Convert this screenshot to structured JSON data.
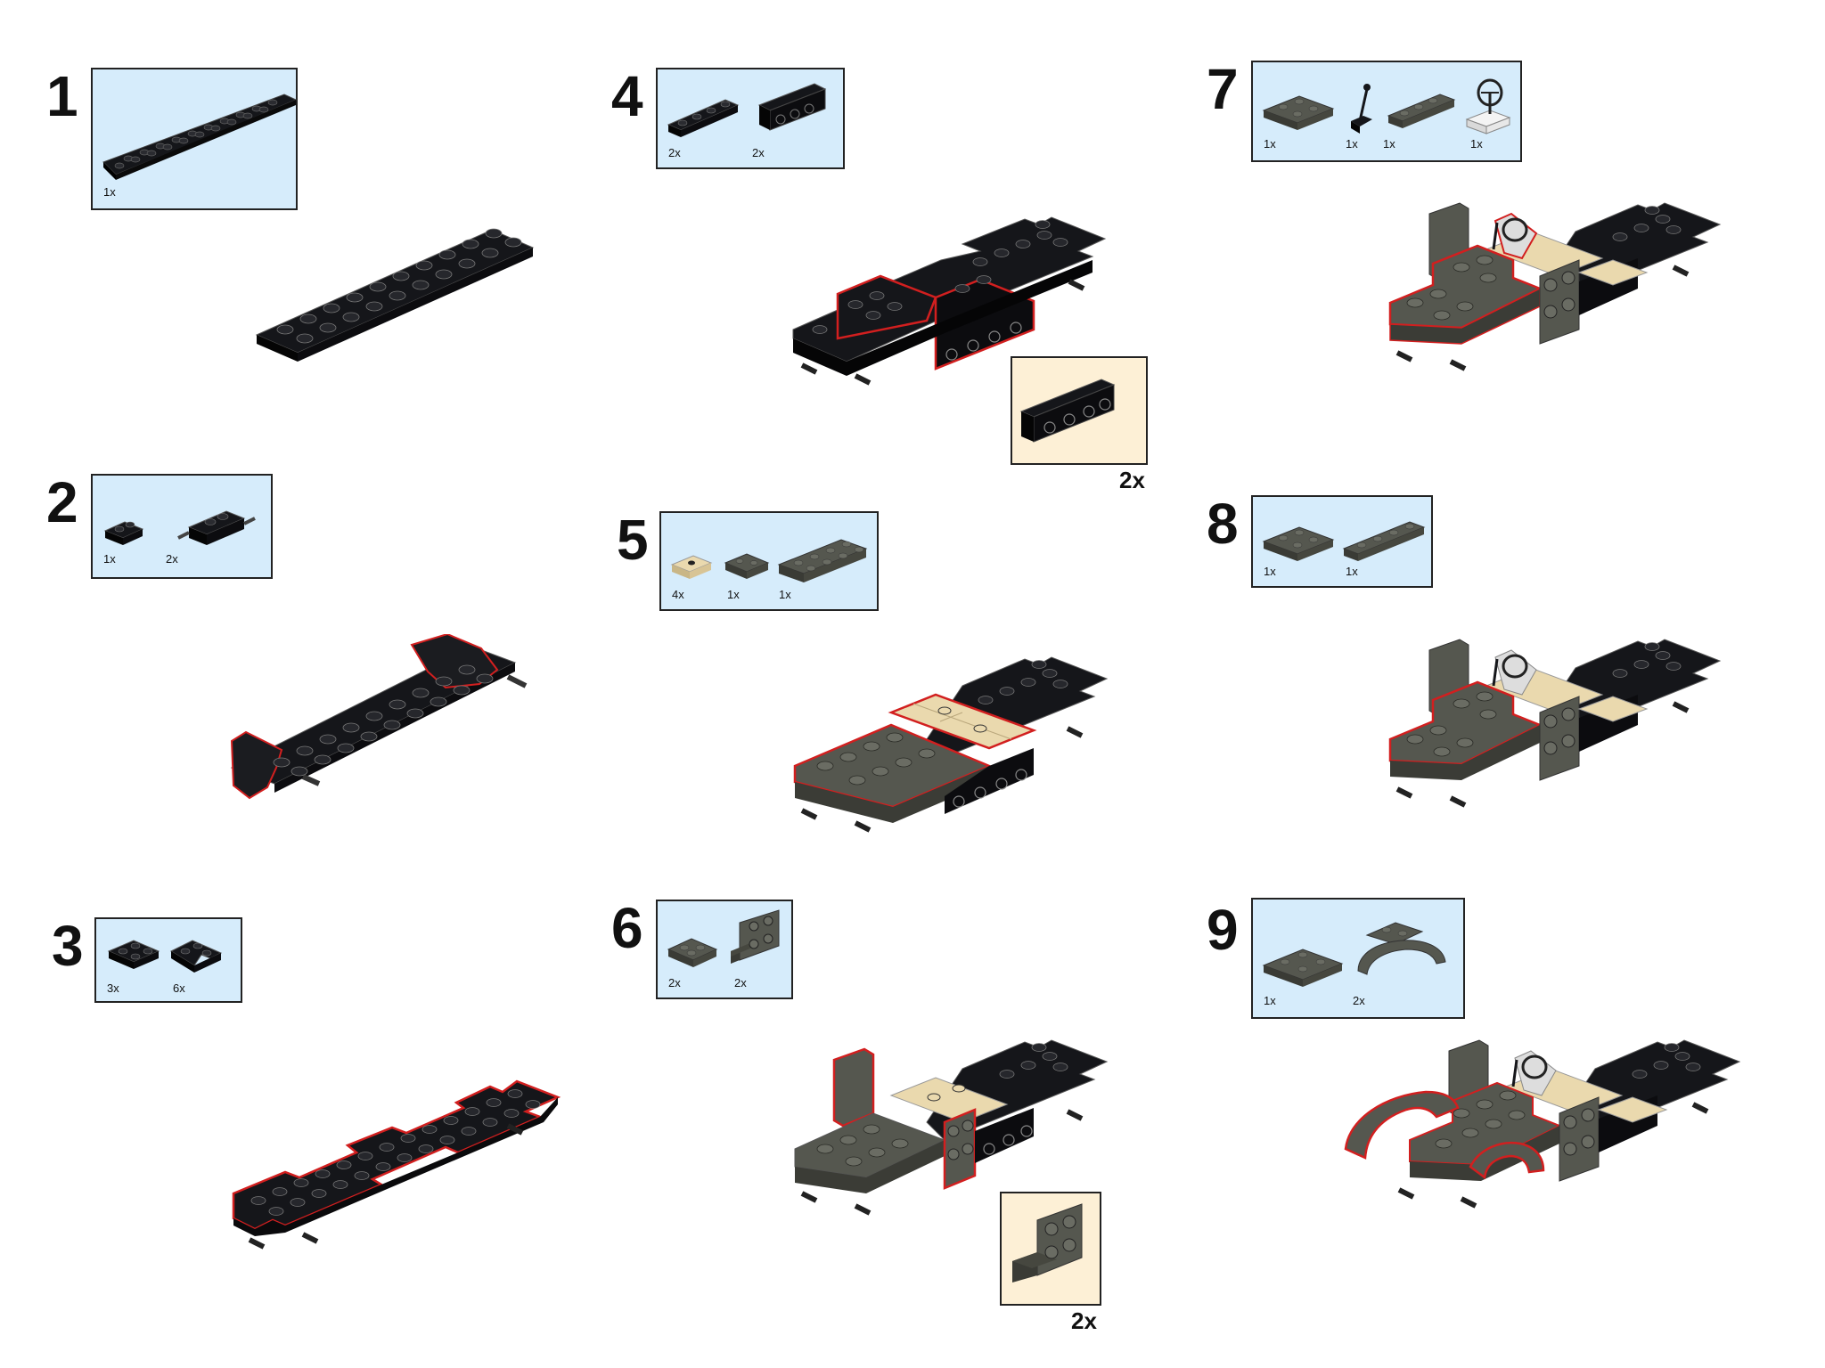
{
  "steps": [
    {
      "number": "1",
      "parts": [
        {
          "qty": "1x",
          "part": "black-plate-2x10"
        }
      ]
    },
    {
      "number": "2",
      "parts": [
        {
          "qty": "1x",
          "part": "black-plate-2x2-with-clips"
        },
        {
          "qty": "2x",
          "part": "black-wheel-holder-plate"
        }
      ]
    },
    {
      "number": "3",
      "parts": [
        {
          "qty": "3x",
          "part": "black-plate-2x3"
        },
        {
          "qty": "6x",
          "part": "black-corner-plate"
        }
      ]
    },
    {
      "number": "4",
      "parts": [
        {
          "qty": "2x",
          "part": "black-plate-1x4"
        },
        {
          "qty": "2x",
          "part": "black-bracket-1x4"
        }
      ],
      "callout": {
        "qty": "2x"
      }
    },
    {
      "number": "5",
      "parts": [
        {
          "qty": "4x",
          "part": "tan-jumper-plate"
        },
        {
          "qty": "1x",
          "part": "gray-plate-2x2"
        },
        {
          "qty": "1x",
          "part": "gray-plate-2x4"
        }
      ]
    },
    {
      "number": "6",
      "parts": [
        {
          "qty": "2x",
          "part": "gray-plate-2x2"
        },
        {
          "qty": "2x",
          "part": "gray-bracket-2x2"
        }
      ],
      "callout": {
        "qty": "2x"
      }
    },
    {
      "number": "7",
      "parts": [
        {
          "qty": "1x",
          "part": "gray-plate-2x3"
        },
        {
          "qty": "1x",
          "part": "black-lever"
        },
        {
          "qty": "1x",
          "part": "gray-plate-1x4"
        },
        {
          "qty": "1x",
          "part": "white-steering-wheel"
        }
      ]
    },
    {
      "number": "8",
      "parts": [
        {
          "qty": "1x",
          "part": "gray-plate-2x3"
        },
        {
          "qty": "1x",
          "part": "gray-plate-1x4"
        }
      ]
    },
    {
      "number": "9",
      "parts": [
        {
          "qty": "1x",
          "part": "gray-plate-2x3"
        },
        {
          "qty": "2x",
          "part": "gray-mudguard"
        }
      ]
    }
  ],
  "colors": {
    "panel_bg": "#d6ecfb",
    "callout_bg": "#fdf0d6",
    "black_brick": "#15161a",
    "gray_brick": "#55574f",
    "tan_brick": "#ead9ae",
    "highlight": "#d21f1f"
  }
}
